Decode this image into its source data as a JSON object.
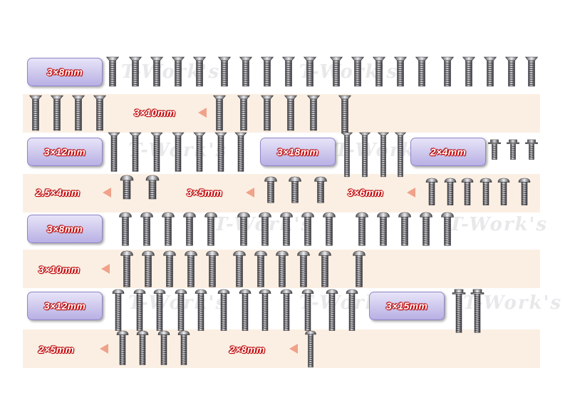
{
  "labels": {
    "countersunk_3x8": "3×8mm",
    "countersunk_3x10": "3×10mm",
    "countersunk_3x12": "3×12mm",
    "countersunk_3x18": "3×18mm",
    "flange_2x4": "2×4mm",
    "button_2_5x4": "2.5×4mm",
    "button_3x5": "3×5mm",
    "button_3x6": "3×6mm",
    "button_3x8": "3×8mm",
    "button_3x10": "3×10mm",
    "button_3x12": "3×12mm",
    "flange_3x15": "3×15mm",
    "button_2x5": "2×5mm",
    "button_2x8": "2×8mm"
  },
  "watermark": "T-Work's",
  "colors": {
    "band": "#fbefe3",
    "label_fill": "#c8c0ec",
    "label_text_outline": "#cc0000",
    "arrow": "#f0a28a",
    "screw_metal": "#7a7a80"
  }
}
